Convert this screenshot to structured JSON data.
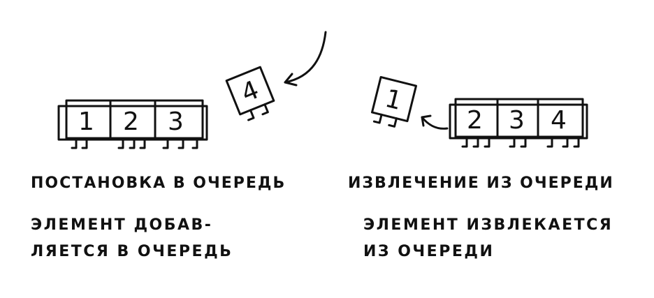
{
  "enqueue": {
    "title": "ПОСТАНОВКА В ОЧЕРЕДЬ",
    "description_line1": "ЭЛЕМЕНТ ДОБАВ-",
    "description_line2": "ЛЯЕТСЯ В ОЧЕРЕДЬ",
    "queue_items": [
      "1",
      "2",
      "3"
    ],
    "incoming_item": "4"
  },
  "dequeue": {
    "title": "ИЗВЛЕЧЕНИЕ ИЗ ОЧЕРЕДИ",
    "description_line1": "ЭЛЕМЕНТ ИЗВЛЕКАЕТСЯ",
    "description_line2": "ИЗ ОЧЕРЕДИ",
    "queue_items": [
      "2",
      "3",
      "4"
    ],
    "outgoing_item": "1"
  },
  "colors": {
    "ink": "#111111",
    "paper": "#ffffff"
  }
}
